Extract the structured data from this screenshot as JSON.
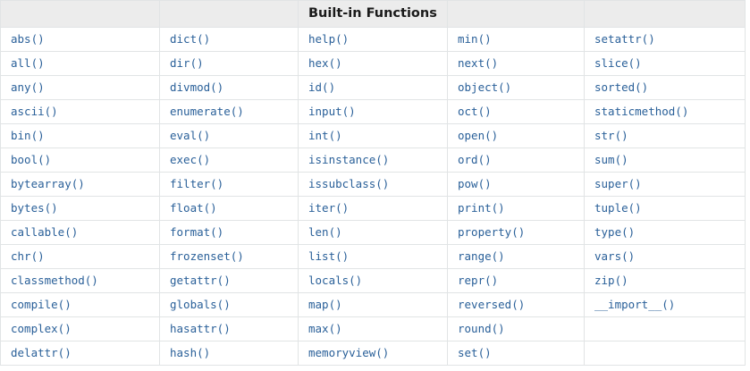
{
  "table": {
    "title": "Built-in Functions",
    "title_column_index": 2,
    "column_count": 5,
    "row_count": 14,
    "accent_color": "#2a6099",
    "header_background": "#ececec",
    "border_color": "#e1e4e5",
    "headers": [
      "",
      "",
      "Built-in Functions",
      "",
      ""
    ],
    "columns": [
      [
        "abs()",
        "all()",
        "any()",
        "ascii()",
        "bin()",
        "bool()",
        "bytearray()",
        "bytes()",
        "callable()",
        "chr()",
        "classmethod()",
        "compile()",
        "complex()",
        "delattr()"
      ],
      [
        "dict()",
        "dir()",
        "divmod()",
        "enumerate()",
        "eval()",
        "exec()",
        "filter()",
        "float()",
        "format()",
        "frozenset()",
        "getattr()",
        "globals()",
        "hasattr()",
        "hash()"
      ],
      [
        "help()",
        "hex()",
        "id()",
        "input()",
        "int()",
        "isinstance()",
        "issubclass()",
        "iter()",
        "len()",
        "list()",
        "locals()",
        "map()",
        "max()",
        "memoryview()"
      ],
      [
        "min()",
        "next()",
        "object()",
        "oct()",
        "open()",
        "ord()",
        "pow()",
        "print()",
        "property()",
        "range()",
        "repr()",
        "reversed()",
        "round()",
        "set()"
      ],
      [
        "setattr()",
        "slice()",
        "sorted()",
        "staticmethod()",
        "str()",
        "sum()",
        "super()",
        "tuple()",
        "type()",
        "vars()",
        "zip()",
        "__import__()",
        "",
        ""
      ]
    ]
  }
}
